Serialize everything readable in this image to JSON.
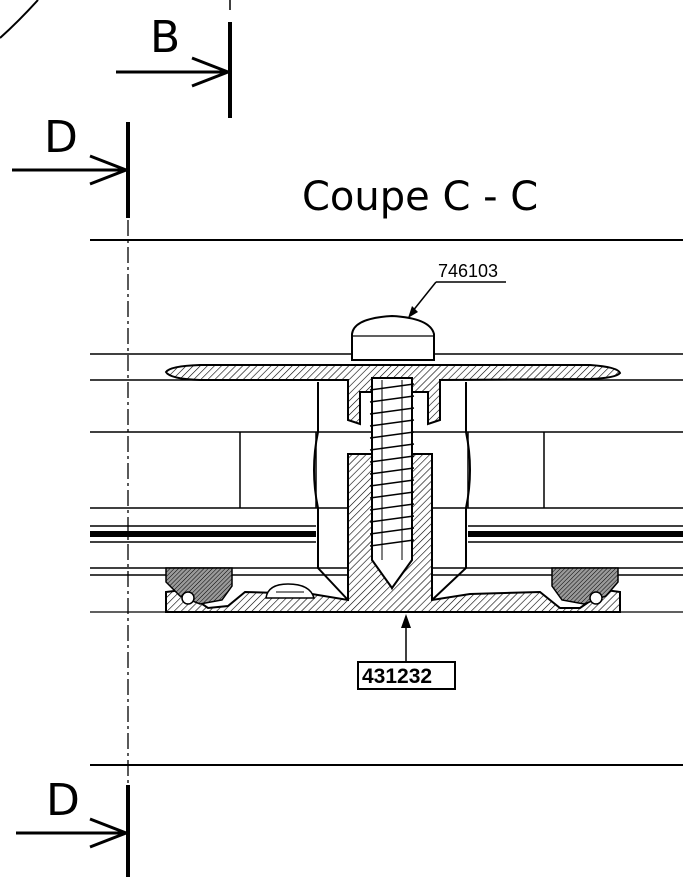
{
  "section_markers": {
    "b_label": "B",
    "d_top_label": "D",
    "d_bottom_label": "D"
  },
  "title": "Coupe C - C",
  "callouts": {
    "screw_ref": "746103",
    "profile_ref": "431232"
  },
  "colors": {
    "ink": "#000000",
    "paper": "#ffffff",
    "hatch_fill": "#bdbdbd"
  }
}
